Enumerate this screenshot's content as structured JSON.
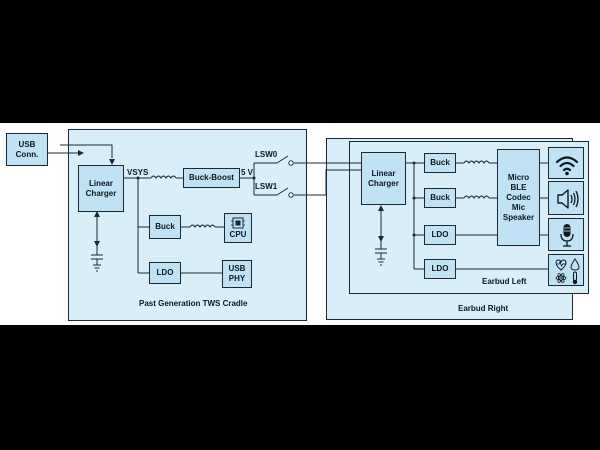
{
  "usb": {
    "line1": "USB",
    "line2": "Conn."
  },
  "cradle": {
    "title": "Past Generation TWS Cradle",
    "linear_charger": {
      "line1": "Linear",
      "line2": "Charger"
    },
    "vsys": "VSYS",
    "buck_boost": "Buck-Boost",
    "v5": "5 V",
    "lsw0": "LSW0",
    "lsw1": "LSW1",
    "buck": "Buck",
    "cpu": "CPU",
    "ldo": "LDO",
    "usb_phy": {
      "line1": "USB",
      "line2": "PHY"
    }
  },
  "earbud_right": {
    "title": "Earbud Right"
  },
  "earbud_left": {
    "title": "Earbud Left",
    "linear_charger": {
      "line1": "Linear",
      "line2": "Charger"
    },
    "buck1": "Buck",
    "buck2": "Buck",
    "ldo1": "LDO",
    "ldo2": "LDO",
    "mcu": {
      "line1": "Micro",
      "line2": "BLE",
      "line3": "Codec",
      "line4": "Mic",
      "line5": "Speaker"
    }
  },
  "icons": [
    "wifi-icon",
    "speaker-icon",
    "microphone-icon",
    "sensor-icon"
  ],
  "colors": {
    "block_fill": "#bfe2f5",
    "panel_fill": "#d8eef8",
    "line": "#1d2733"
  }
}
